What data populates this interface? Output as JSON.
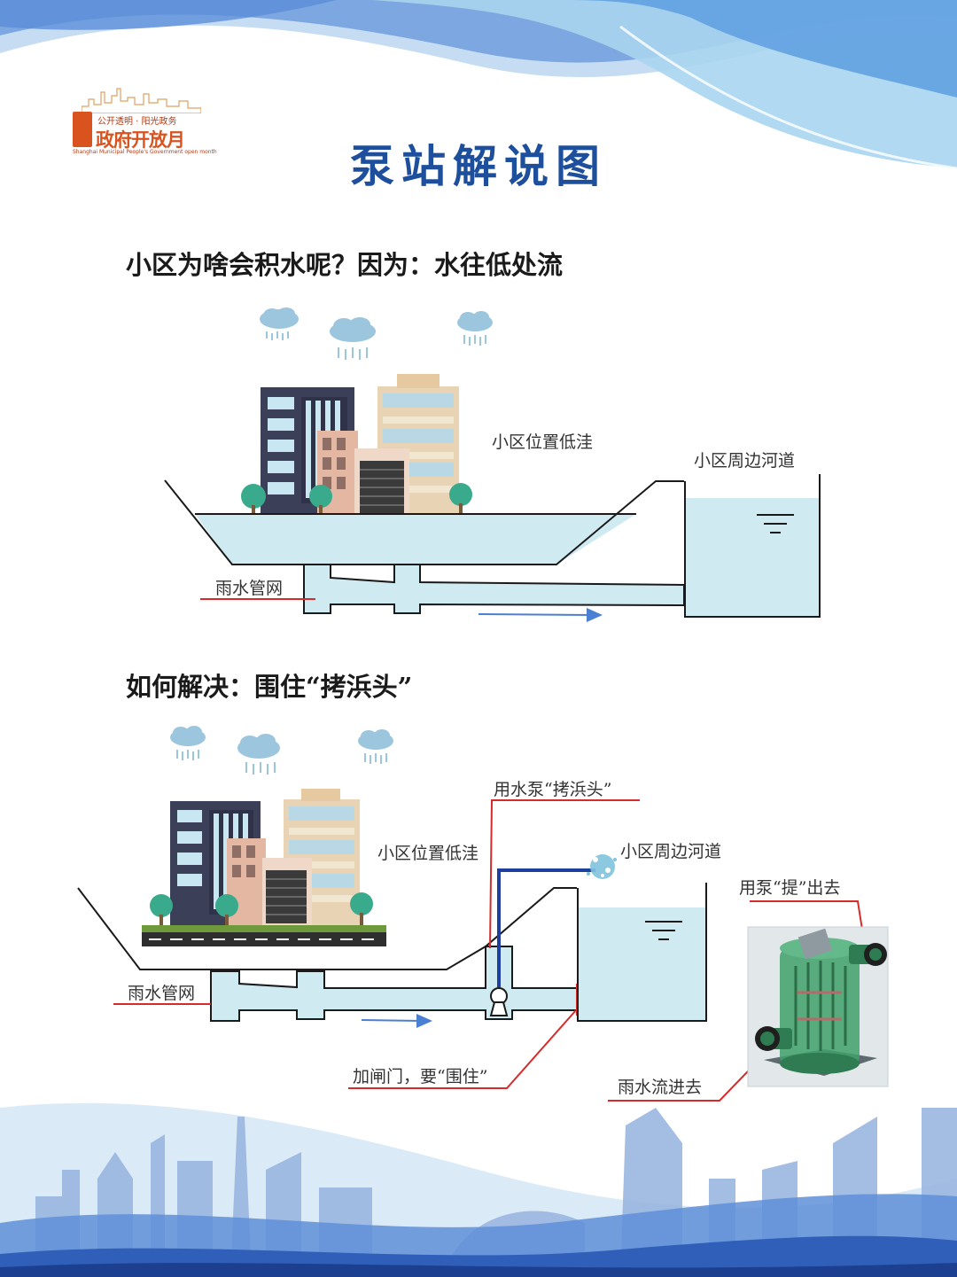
{
  "logo": {
    "small": "公开透明 · 阳光政务",
    "main": "政府开放月",
    "english": "Shanghai Municipal People's Government open month"
  },
  "title": "泵站解说图",
  "section1": {
    "heading": "小区为啥会积水呢？因为：水往低处流",
    "labels": {
      "low_lying": "小区位置低洼",
      "river": "小区周边河道",
      "pipe_network": "雨水管网"
    }
  },
  "section2": {
    "heading": "如何解决：围住“拷浜头”",
    "labels": {
      "pump": "用水泵“拷浜头”",
      "low_lying": "小区位置低洼",
      "river": "小区周边河道",
      "lift_out": "用泵“提”出去",
      "pipe_network": "雨水管网",
      "gate": "加闸门，要“围住”",
      "inflow": "雨水流进去"
    }
  },
  "colors": {
    "title_blue": "#1d4f9c",
    "water": "#cfeaf0",
    "outline": "#1a1a1a",
    "flow_arrow": "#4a7fd4",
    "leader_red": "#d62b2b",
    "pump_pipe": "#1f3f9e",
    "logo_orange": "#d9531e"
  },
  "icons": [
    "cloud-rain-icon",
    "building-icon",
    "tree-icon",
    "water-surface-icon",
    "pump-icon",
    "splash-icon",
    "pump-station-model-icon",
    "skyline-icon"
  ]
}
